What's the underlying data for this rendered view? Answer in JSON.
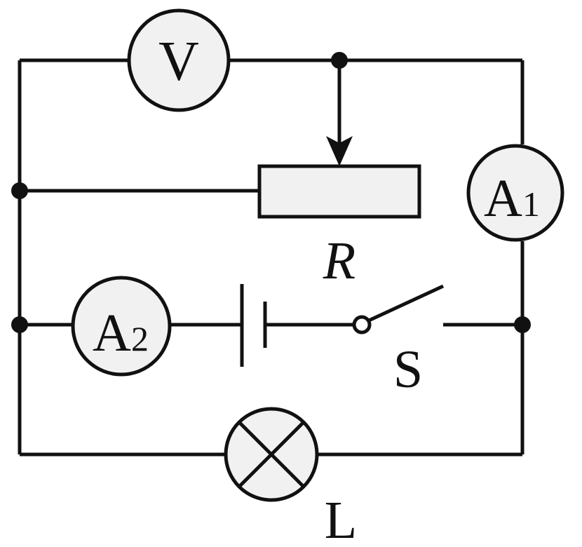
{
  "components": {
    "voltmeter": {
      "label": "V"
    },
    "ammeter_1": {
      "label": "A",
      "subscript": "1"
    },
    "ammeter_2": {
      "label": "A",
      "subscript": "2"
    },
    "rheostat": {
      "label": "R"
    },
    "switch": {
      "label": "S"
    },
    "lamp": {
      "label": "L"
    }
  }
}
